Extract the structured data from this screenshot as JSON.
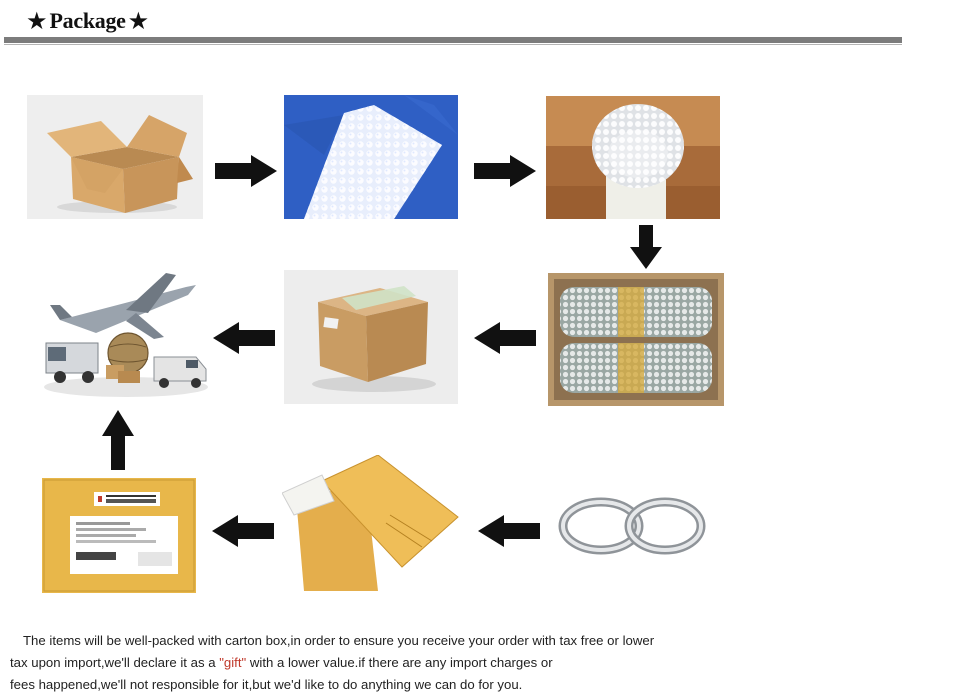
{
  "header": {
    "star_glyph": "★",
    "title": "Package"
  },
  "steps": [
    {
      "id": "carton-box",
      "icon": "carton-box-icon"
    },
    {
      "id": "bubble-sheet",
      "icon": "bubble-wrap-sheet-icon"
    },
    {
      "id": "bubble-roll",
      "icon": "bubble-wrap-roll-icon"
    },
    {
      "id": "packed-in-box",
      "icon": "wrapped-items-in-box-icon"
    },
    {
      "id": "sealed-box",
      "icon": "sealed-carton-icon"
    },
    {
      "id": "shipping-transport",
      "icon": "airplane-truck-globe-icon"
    },
    {
      "id": "rings",
      "icon": "rings-icon"
    },
    {
      "id": "padded-envelopes",
      "icon": "padded-envelope-icon"
    },
    {
      "id": "labeled-envelope",
      "icon": "labeled-envelope-icon"
    }
  ],
  "colors": {
    "rule": "#7c7c7c",
    "arrow": "#111111",
    "kraft": "#d4a66a",
    "envelope": "#e9b84b",
    "gift_text": "#c0392b"
  },
  "notice": {
    "line1": "The items will be well-packed with carton box,in order to ensure you receive your order with tax free or lower",
    "line2_before": "tax upon import,we'll declare it as a ",
    "line2_gift": "\"gift\"",
    "line2_after": " with a lower value.if there are any import charges or",
    "line3": "fees happened,we'll not responsible for it,but we'd like to do anything we can do for you."
  }
}
